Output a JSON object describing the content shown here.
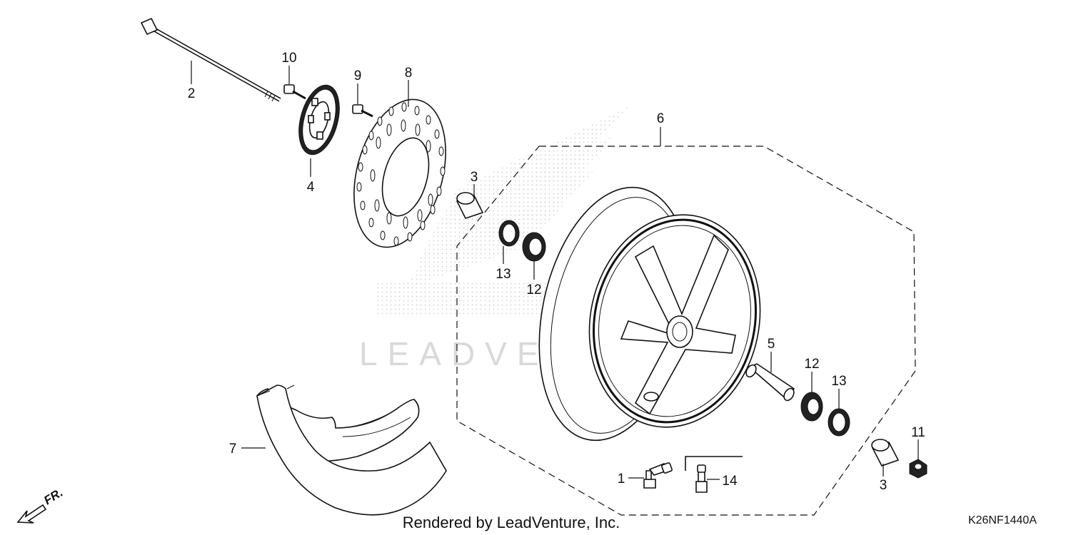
{
  "watermark": {
    "text": "LEADVENTURE",
    "color": "#d9d9d9"
  },
  "callouts": {
    "p1": "1",
    "p2": "2",
    "p3_top": "3",
    "p3_bottom": "3",
    "p4": "4",
    "p5": "5",
    "p6": "6",
    "p7": "7",
    "p8": "8",
    "p9": "9",
    "p10": "10",
    "p11": "11",
    "p12_left": "12",
    "p12_right": "12",
    "p13_left": "13",
    "p13_right": "13",
    "p14": "14"
  },
  "direction_indicator": "FR.",
  "footer": {
    "rendered_by": "Rendered by LeadVenture, Inc.",
    "diagram_code": "K26NF1440A"
  }
}
